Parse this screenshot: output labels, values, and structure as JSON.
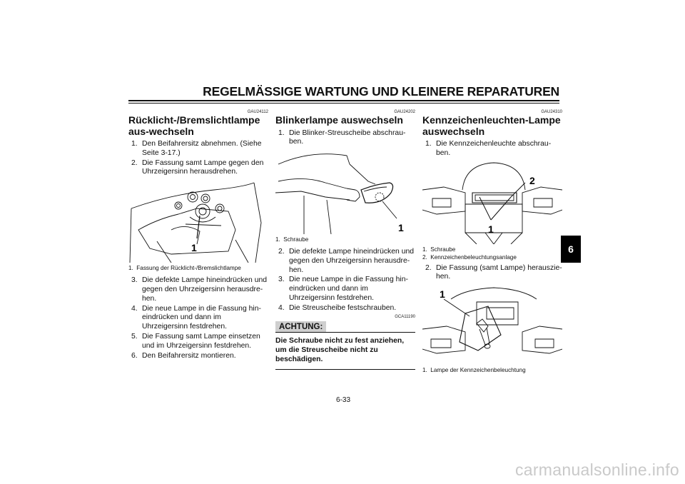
{
  "header": {
    "title": "REGELMÄSSIGE WARTUNG UND KLEINERE REPARATUREN"
  },
  "sections": [
    {
      "code": "GAU24112",
      "title": "Rücklicht-/Bremslichtlampe aus-wechseln",
      "steps_before": [
        {
          "n": "1.",
          "text": "Den Beifahrersitz abnehmen. (Siehe Seite 3-17.)"
        },
        {
          "n": "2.",
          "text": "Die Fassung samt Lampe gegen den Uhrzeigersinn herausdrehen."
        }
      ],
      "figure_callout": "1",
      "captions": [
        {
          "n": "1.",
          "text": "Fassung der Rücklicht-/Bremslichtlampe"
        }
      ],
      "steps_after": [
        {
          "n": "3.",
          "text": "Die defekte Lampe hineindrücken und gegen den Uhrzeigersinn herausdre-hen."
        },
        {
          "n": "4.",
          "text": "Die neue Lampe in die Fassung hin-eindrücken und dann im Uhrzeigersinn festdrehen."
        },
        {
          "n": "5.",
          "text": "Die Fassung samt Lampe einsetzen und im Uhrzeigersinn festdrehen."
        },
        {
          "n": "6.",
          "text": "Den Beifahrersitz montieren."
        }
      ]
    },
    {
      "code": "GAU24202",
      "title": "Blinkerlampe auswechseln",
      "steps_before": [
        {
          "n": "1.",
          "text": "Die Blinker-Streuscheibe abschrau-ben."
        }
      ],
      "figure_callout": "1",
      "captions": [
        {
          "n": "1.",
          "text": "Schraube"
        }
      ],
      "steps_after": [
        {
          "n": "2.",
          "text": "Die defekte Lampe hineindrücken und gegen den Uhrzeigersinn herausdre-hen."
        },
        {
          "n": "3.",
          "text": "Die neue Lampe in die Fassung hin-eindrücken und dann im Uhrzeigersinn festdrehen."
        },
        {
          "n": "4.",
          "text": "Die Streuscheibe festschrauben."
        }
      ],
      "warning_code": "GCA11190",
      "warning_label": "ACHTUNG:",
      "warning_text": "Die Schraube nicht zu fest anziehen, um die Streuscheibe nicht zu beschädigen."
    },
    {
      "code": "GAU24310",
      "title": "Kennzeichenleuchten-Lampe auswechseln",
      "steps_before": [
        {
          "n": "1.",
          "text": "Die Kennzeichenleuchte abschrau-ben."
        }
      ],
      "figure_callouts": [
        "1",
        "2"
      ],
      "captions": [
        {
          "n": "1.",
          "text": "Schraube"
        },
        {
          "n": "2.",
          "text": "Kennzeichenbeleuchtungsanlage"
        }
      ],
      "steps_middle": [
        {
          "n": "2.",
          "text": "Die Fassung (samt Lampe) herauszie-hen."
        }
      ],
      "figure2_callout": "1",
      "captions2": [
        {
          "n": "1.",
          "text": "Lampe der Kennzeichenbeleuchtung"
        }
      ]
    }
  ],
  "side_tab": "6",
  "page_number": "6-33",
  "watermark": "carmanualsonline.info"
}
